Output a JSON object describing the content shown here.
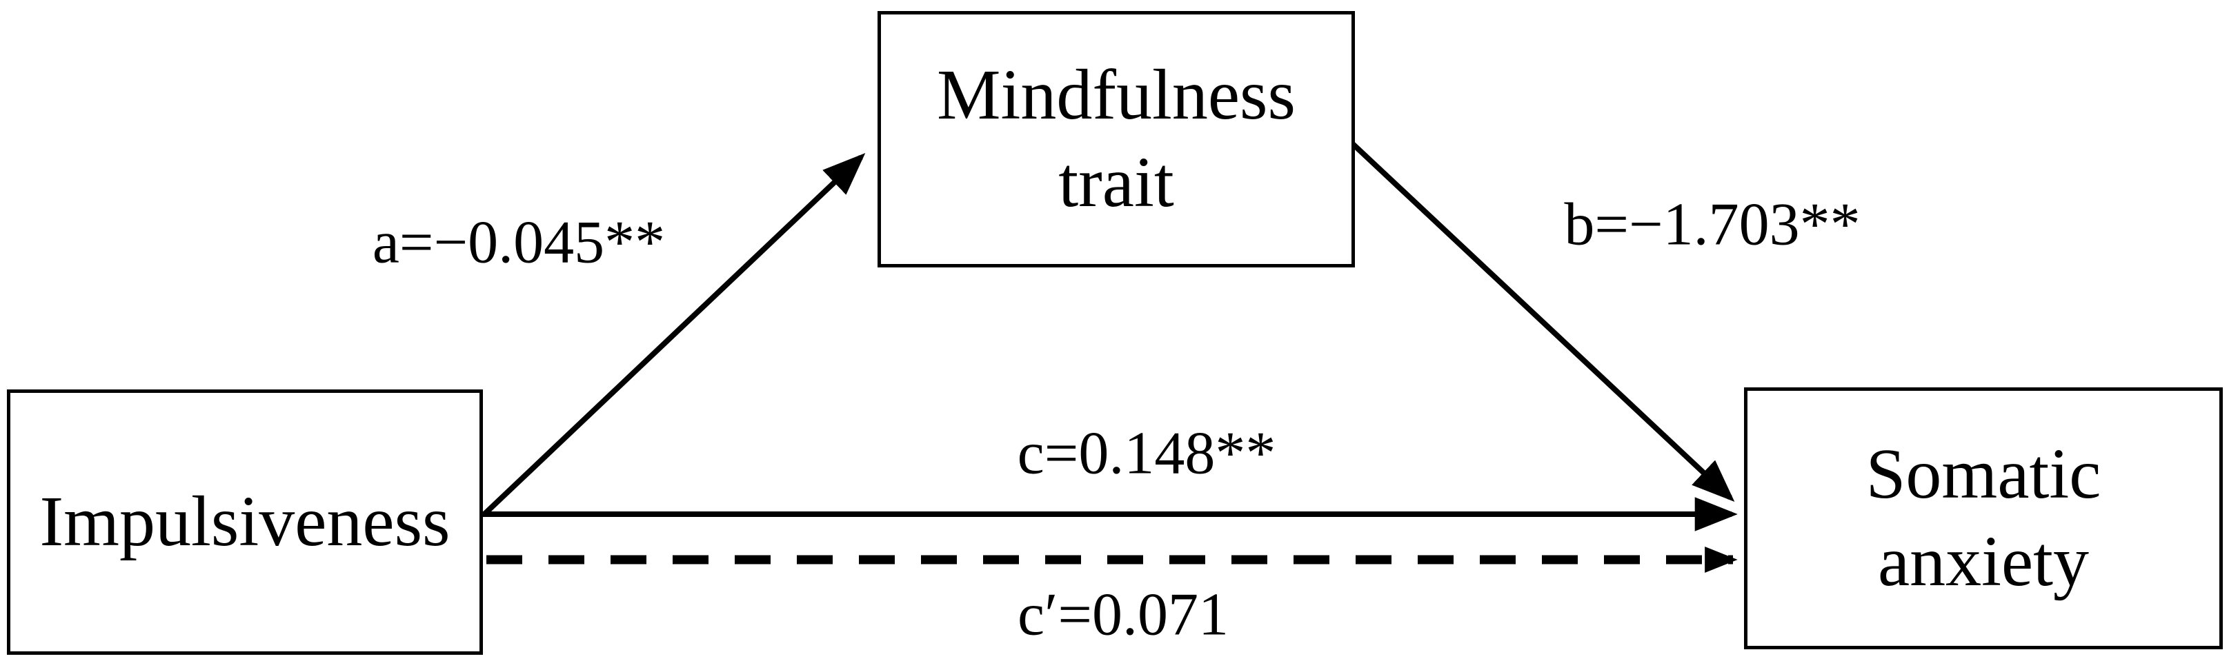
{
  "figure": {
    "type": "mediation-path-diagram",
    "background_color": "#ffffff",
    "line_color": "#000000",
    "text_color": "#000000",
    "boxes": {
      "predictor": {
        "label": "Impulsiveness"
      },
      "mediator": {
        "line1": "Mindfulness",
        "line2": "trait"
      },
      "outcome": {
        "line1": "Somatic",
        "line2": "anxiety"
      }
    },
    "paths": {
      "a": {
        "label": "a=−0.045**",
        "coefficient": -0.045,
        "significance": "**",
        "from": "Impulsiveness",
        "to": "Mindfulness trait",
        "line_style": "solid"
      },
      "b": {
        "label": "b=−1.703**",
        "coefficient": -1.703,
        "significance": "**",
        "from": "Mindfulness trait",
        "to": "Somatic anxiety",
        "line_style": "solid"
      },
      "c": {
        "label": "c=0.148**",
        "coefficient": 0.148,
        "significance": "**",
        "from": "Impulsiveness",
        "to": "Somatic anxiety",
        "line_style": "solid"
      },
      "c_prime": {
        "label": "c′=0.071",
        "coefficient": 0.071,
        "significance": "",
        "from": "Impulsiveness",
        "to": "Somatic anxiety",
        "line_style": "dashed"
      }
    }
  }
}
